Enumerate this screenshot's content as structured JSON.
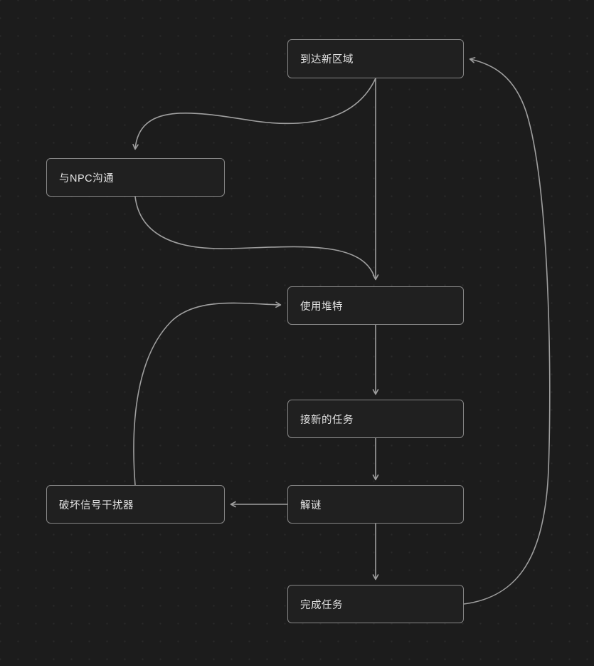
{
  "diagram": {
    "nodes": [
      {
        "id": "arrive-new-area",
        "label": "到达新区域"
      },
      {
        "id": "talk-to-npc",
        "label": "与NPC沟通"
      },
      {
        "id": "use-duite",
        "label": "使用堆特"
      },
      {
        "id": "accept-new-task",
        "label": "接新的任务"
      },
      {
        "id": "solve-puzzle",
        "label": "解谜"
      },
      {
        "id": "destroy-signal-jammer",
        "label": "破坏信号干扰器"
      },
      {
        "id": "complete-task",
        "label": "完成任务"
      }
    ],
    "edges": [
      {
        "from": "arrive-new-area",
        "to": "talk-to-npc"
      },
      {
        "from": "arrive-new-area",
        "to": "use-duite"
      },
      {
        "from": "talk-to-npc",
        "to": "use-duite"
      },
      {
        "from": "destroy-signal-jammer",
        "to": "use-duite"
      },
      {
        "from": "use-duite",
        "to": "accept-new-task"
      },
      {
        "from": "accept-new-task",
        "to": "solve-puzzle"
      },
      {
        "from": "solve-puzzle",
        "to": "destroy-signal-jammer"
      },
      {
        "from": "solve-puzzle",
        "to": "complete-task"
      },
      {
        "from": "complete-task",
        "to": "arrive-new-area"
      }
    ],
    "colors": {
      "background": "#1c1c1c",
      "grid_dot": "#2a2a2a",
      "node_fill": "#202020",
      "node_border": "#868686",
      "edge": "#9f9f9f",
      "text": "#e3e3e3"
    }
  }
}
